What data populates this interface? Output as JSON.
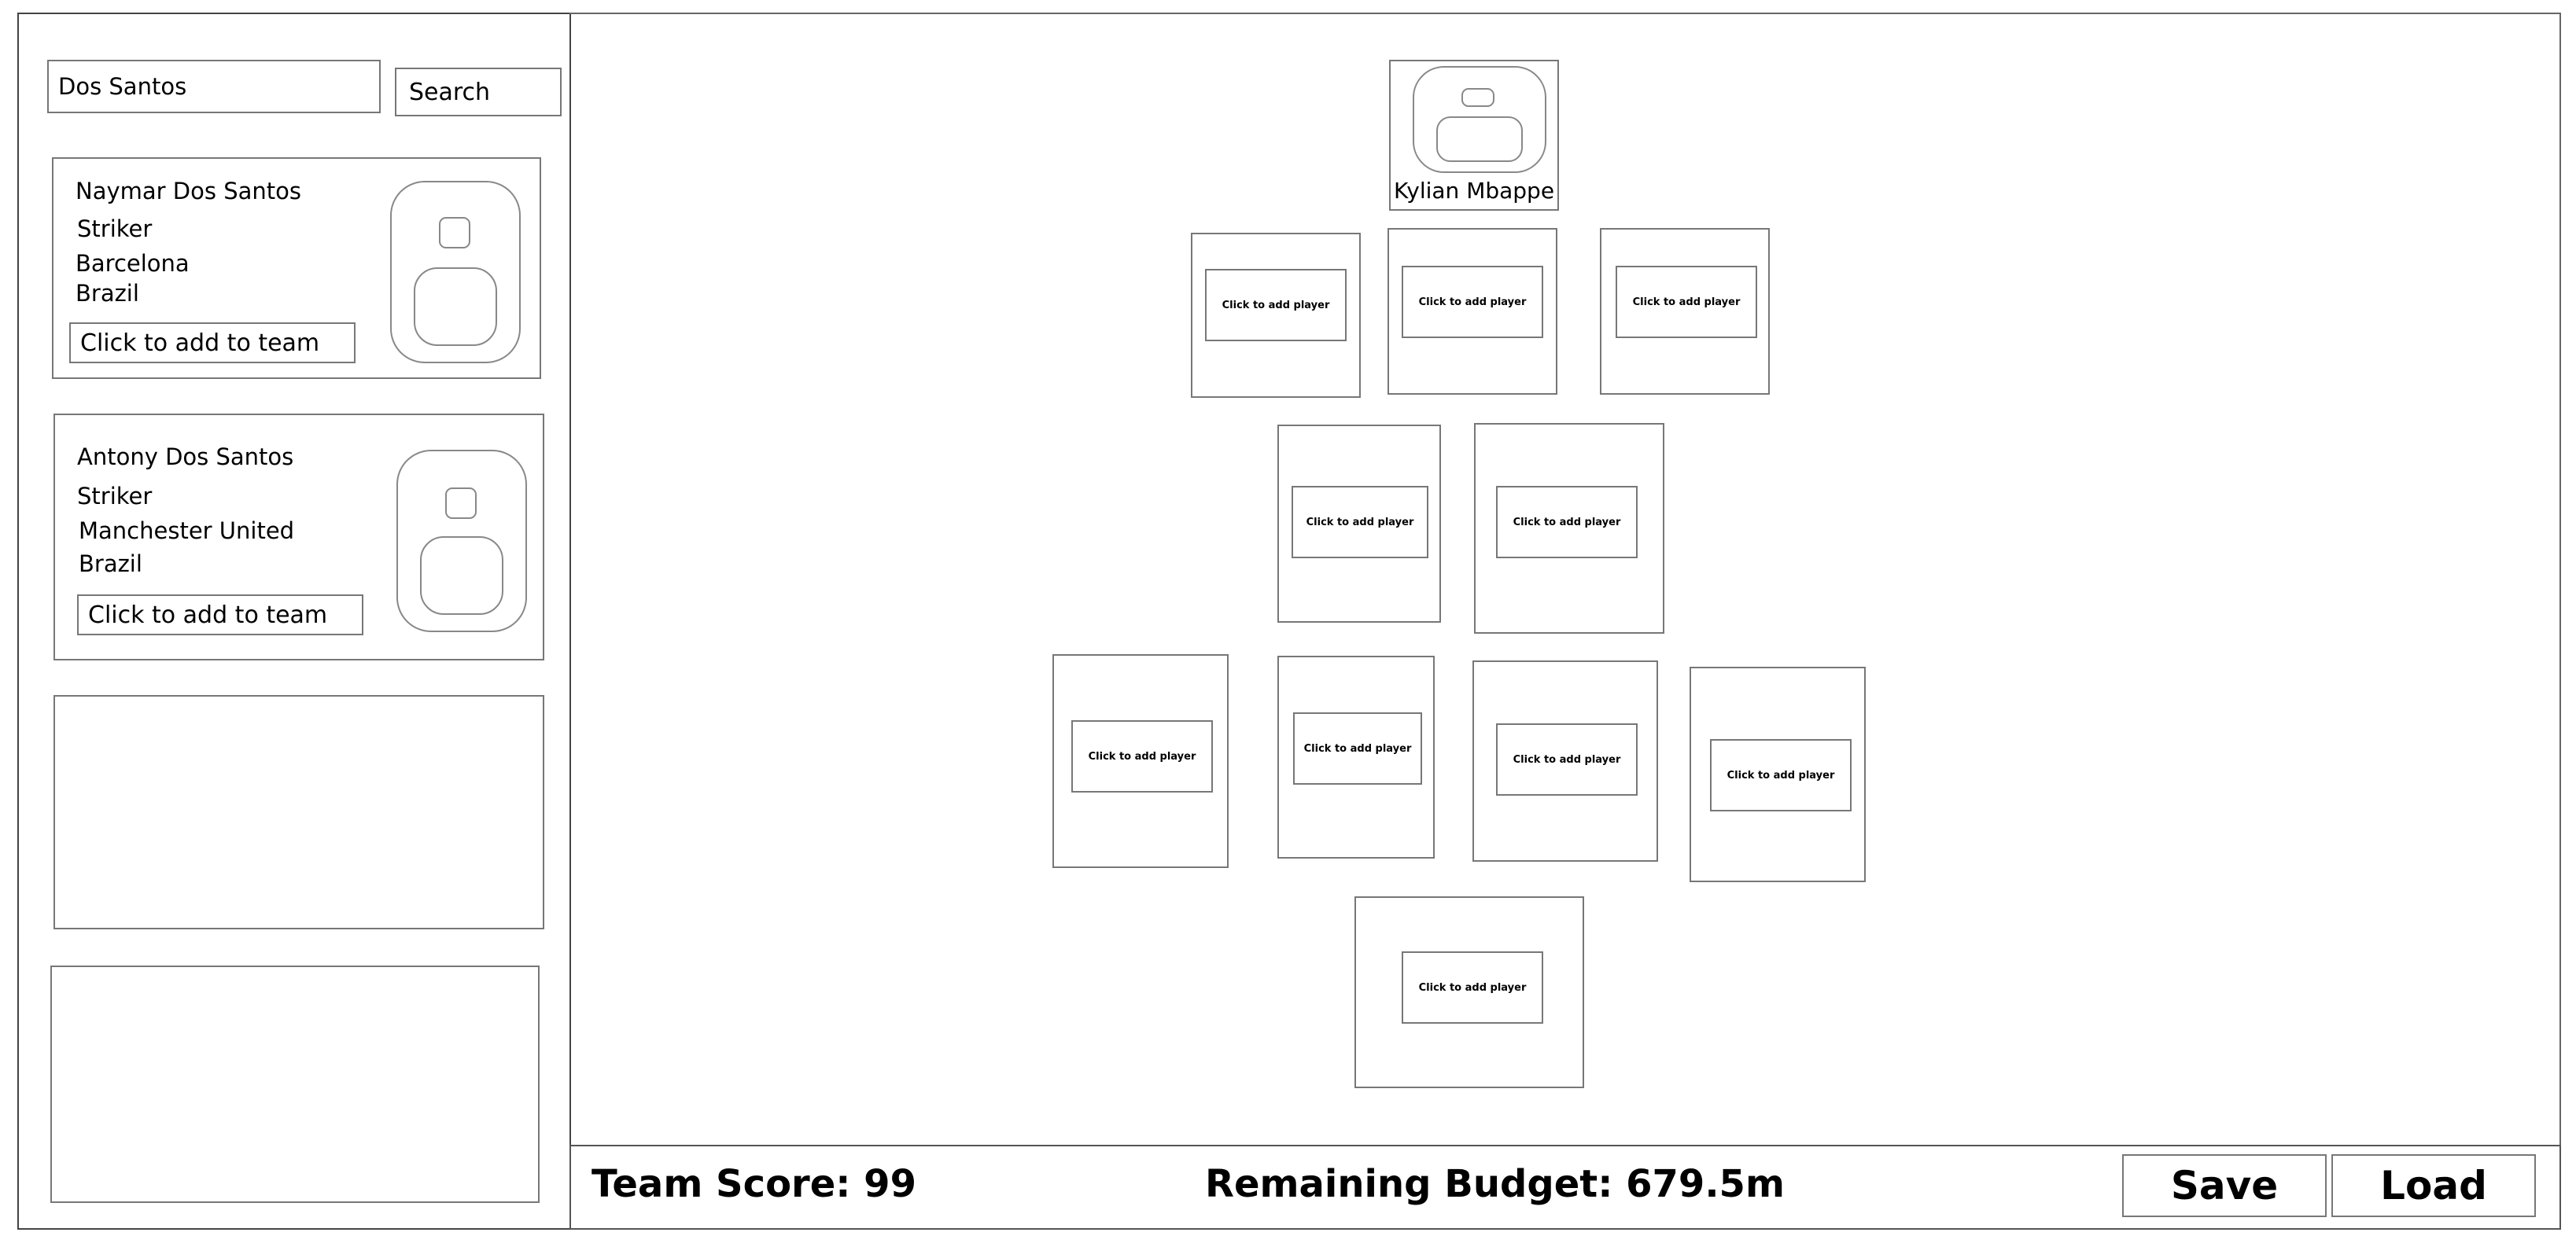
{
  "search": {
    "value": "Dos Santos",
    "button_label": "Search"
  },
  "results": [
    {
      "name": "Naymar Dos Santos",
      "position": "Striker",
      "club": "Barcelona",
      "country": "Brazil",
      "add_label": "Click to add to team"
    },
    {
      "name": "Antony Dos Santos",
      "position": "Striker",
      "club": "Manchester United",
      "country": "Brazil",
      "add_label": "Click to add to team"
    }
  ],
  "lineup": {
    "goalkeeper_name": "Kylian Mbappe",
    "slot_label": "Click to add player"
  },
  "footer": {
    "team_score": "Team Score: 99",
    "budget": "Remaining Budget: 679.5m",
    "save_label": "Save",
    "load_label": "Load"
  }
}
